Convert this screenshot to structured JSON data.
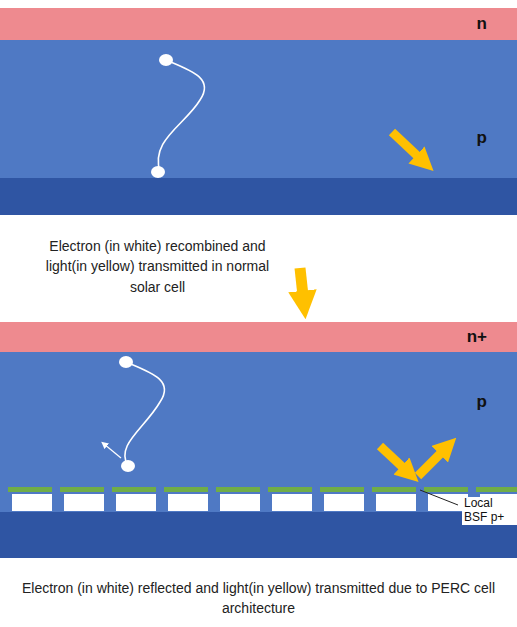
{
  "diagram": {
    "nodes": [
      {
        "text": [
          "n"
        ]
      },
      {
        "text": [
          "p"
        ]
      },
      {
        "text": [
          "n+"
        ]
      },
      {
        "text": [
          "p"
        ]
      }
    ],
    "labels": [
      "Electron (in white) recombined and light(in yellow) transmitted in normal solar cell",
      "Local BSF p+",
      "Electron (in white) reflected and light(in yellow) transmitted due to PERC cell architecture"
    ]
  }
}
